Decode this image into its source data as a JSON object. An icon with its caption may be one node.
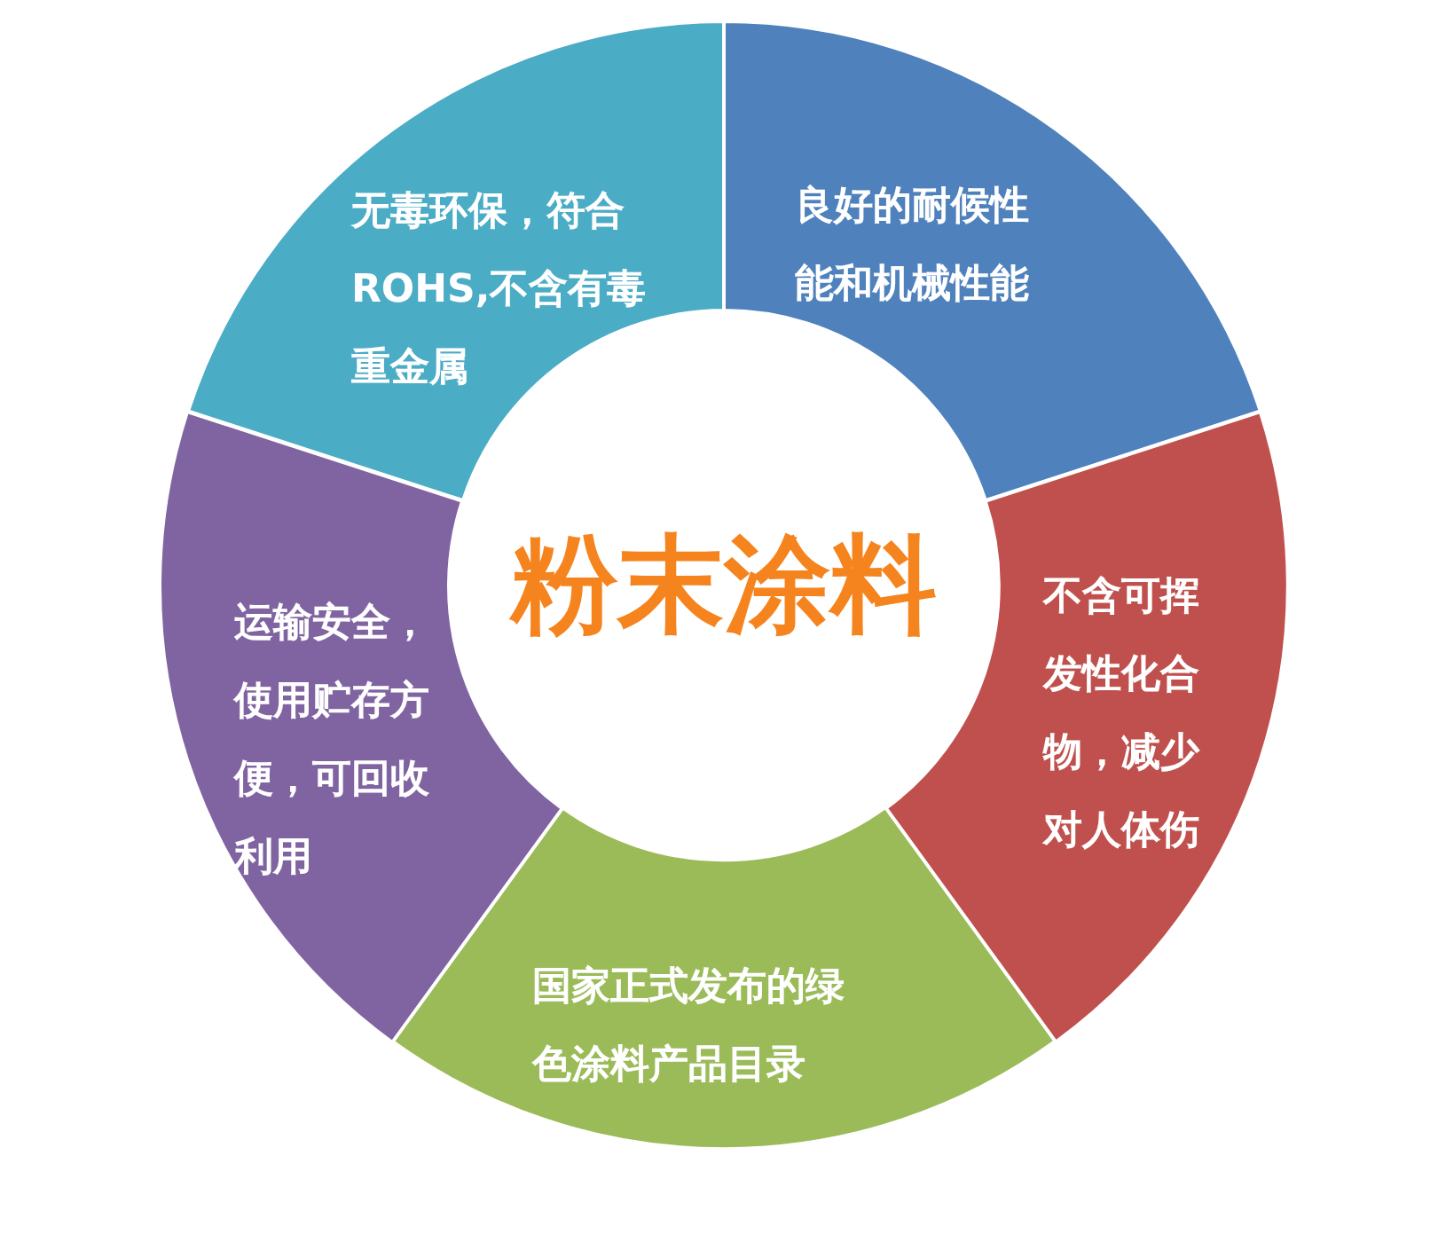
{
  "diagram": {
    "nodes": [
      {
        "text": [
          "粉末涂料"
        ]
      },
      {
        "text": [
          "无毒环保，符合ROHS,不含有毒重金属"
        ]
      },
      {
        "text": [
          "良好的耐候性能和机械性能"
        ]
      },
      {
        "text": [
          "不含可挥发性化合物，减少对人体伤"
        ]
      },
      {
        "text": [
          "国家正式发布的绿色涂料产品目录"
        ]
      },
      {
        "text": [
          "运输安全，使用贮存方便，可回收利用"
        ]
      }
    ]
  }
}
